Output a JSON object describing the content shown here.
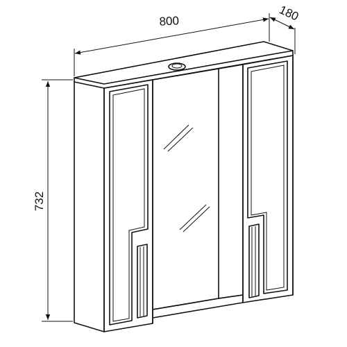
{
  "dimensions": {
    "width": "800",
    "depth": "180",
    "height": "732"
  },
  "colors": {
    "line": "#111111",
    "background": "#ffffff",
    "fill": "#ffffff"
  }
}
